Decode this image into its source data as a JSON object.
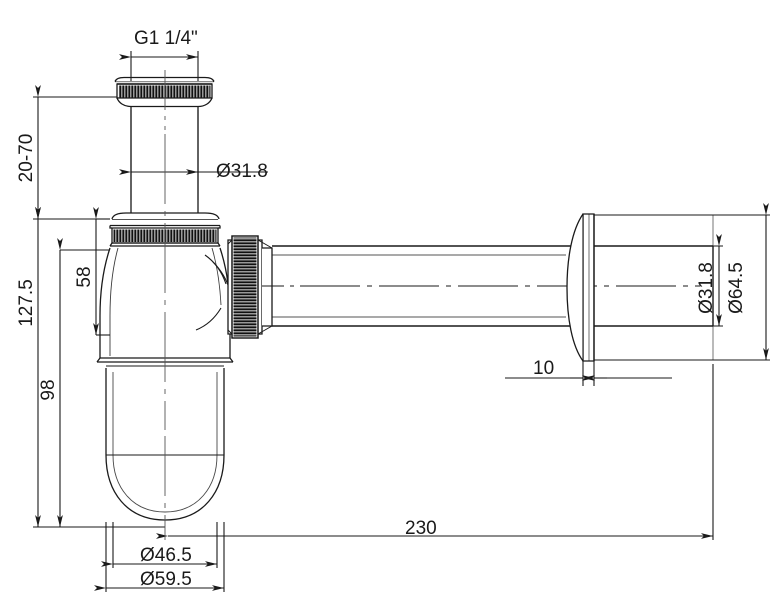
{
  "drawing": {
    "title": "Bottle trap technical drawing",
    "type": "engineering-dimension-drawing",
    "units": "mm",
    "line_color": "#1a1a1a",
    "background_color": "#ffffff"
  },
  "dimensions": {
    "top_thread": "G1 1/4\"",
    "inlet_tube_dia": "Ø31.8",
    "inlet_adjust_range": "20-70",
    "upper_body_height": "58",
    "total_height": "127.5",
    "body_height": "98",
    "cup_inner_dia": "Ø46.5",
    "cup_outer_dia": "Ø59.5",
    "outlet_length": "230",
    "flange_thickness": "10",
    "outlet_pipe_dia": "Ø31.8",
    "flange_dia": "Ø64.5"
  },
  "labels": [
    {
      "id": "g1-14",
      "text": "G1 1/4\"",
      "rotated": false
    },
    {
      "id": "dia-31-8-top",
      "text": "Ø31.8",
      "rotated": false
    },
    {
      "id": "range-20-70",
      "text": "20-70",
      "rotated": true
    },
    {
      "id": "h-58",
      "text": "58",
      "rotated": true
    },
    {
      "id": "h-127-5",
      "text": "127.5",
      "rotated": true
    },
    {
      "id": "h-98",
      "text": "98",
      "rotated": true
    },
    {
      "id": "dia-46-5",
      "text": "Ø46.5",
      "rotated": false
    },
    {
      "id": "dia-59-5",
      "text": "Ø59.5",
      "rotated": false
    },
    {
      "id": "len-230",
      "text": "230",
      "rotated": false
    },
    {
      "id": "thk-10",
      "text": "10",
      "rotated": false
    },
    {
      "id": "dia-31-8-right",
      "text": "Ø31.8",
      "rotated": true
    },
    {
      "id": "dia-64-5",
      "text": "Ø64.5",
      "rotated": true
    }
  ],
  "parts": [
    {
      "id": "top-knurled-nut",
      "name": "top knurled compression nut"
    },
    {
      "id": "inlet-tube",
      "name": "vertical inlet tube"
    },
    {
      "id": "second-knurled-nut",
      "name": "body knurled nut"
    },
    {
      "id": "trap-body",
      "name": "tapered trap body"
    },
    {
      "id": "trap-cup",
      "name": "removable bottle cup"
    },
    {
      "id": "side-knurled-nut",
      "name": "outlet knurled nut"
    },
    {
      "id": "outlet-pipe",
      "name": "horizontal outlet pipe"
    },
    {
      "id": "wall-flange",
      "name": "wall flange escutcheon"
    }
  ]
}
